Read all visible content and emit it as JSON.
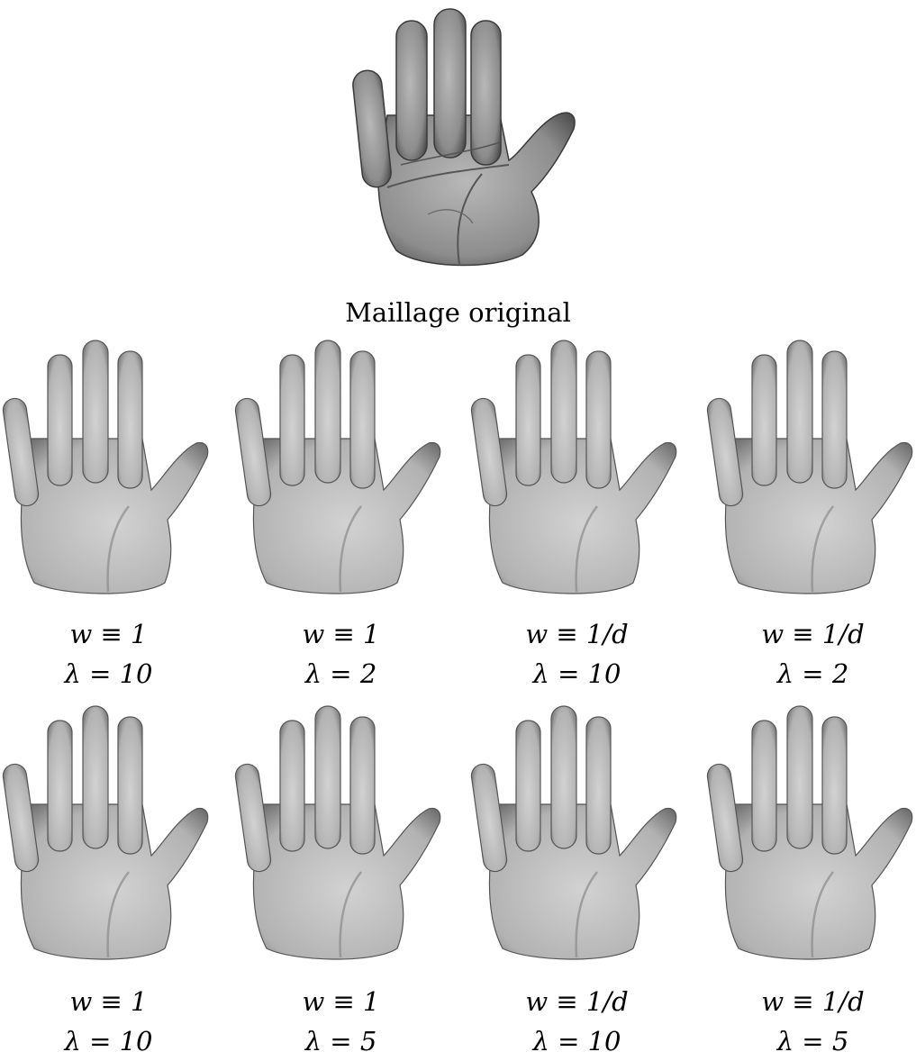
{
  "original": {
    "caption": "Maillage original"
  },
  "rows": [
    [
      {
        "w": "w ≡ 1",
        "lambda": "λ = 10"
      },
      {
        "w": "w ≡ 1",
        "lambda": "λ = 2"
      },
      {
        "w": "w ≡ 1/d",
        "lambda": "λ = 10"
      },
      {
        "w": "w ≡ 1/d",
        "lambda": "λ = 2"
      }
    ],
    [
      {
        "w": "w ≡ 1",
        "lambda": "λ = 10"
      },
      {
        "w": "w ≡ 1",
        "lambda": "λ = 5"
      },
      {
        "w": "w ≡ 1/d",
        "lambda": "λ = 10"
      },
      {
        "w": "w ≡ 1/d",
        "lambda": "λ = 5"
      }
    ]
  ],
  "colors": {
    "hand_light": "#c4c4c4",
    "hand_dark": "#6f6f6f",
    "orig_light": "#a9a9a9",
    "orig_dark": "#4a4a4a"
  },
  "icons": {
    "hand": "hand-mesh-render"
  }
}
